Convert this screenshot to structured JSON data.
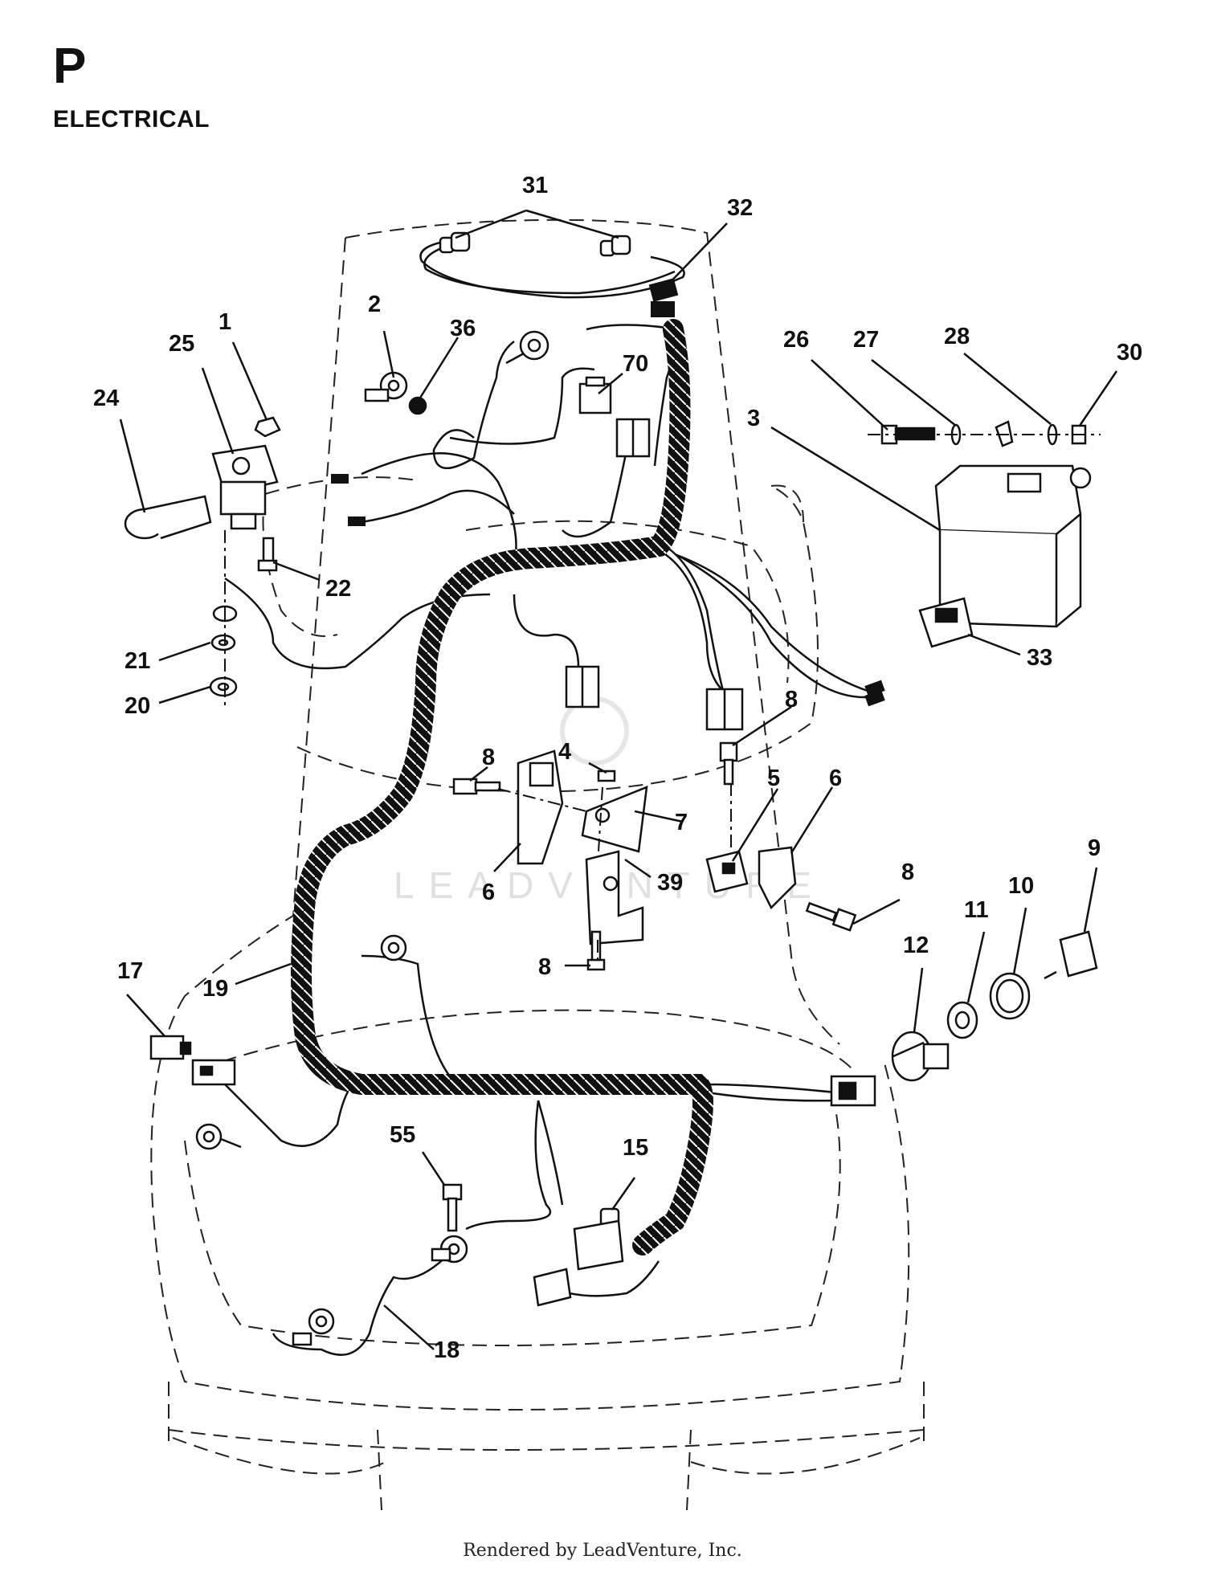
{
  "header": {
    "section_letter": "P",
    "section_title": "ELECTRICAL"
  },
  "watermark": "LEADVENTURE",
  "footer": "Rendered by LeadVenture, Inc.",
  "callouts": [
    {
      "id": "c31",
      "label": "31"
    },
    {
      "id": "c32",
      "label": "32"
    },
    {
      "id": "c2",
      "label": "2"
    },
    {
      "id": "c36",
      "label": "36"
    },
    {
      "id": "c1",
      "label": "1"
    },
    {
      "id": "c25",
      "label": "25"
    },
    {
      "id": "c24",
      "label": "24"
    },
    {
      "id": "c70",
      "label": "70"
    },
    {
      "id": "c26",
      "label": "26"
    },
    {
      "id": "c27",
      "label": "27"
    },
    {
      "id": "c28",
      "label": "28"
    },
    {
      "id": "c30",
      "label": "30"
    },
    {
      "id": "c3",
      "label": "3"
    },
    {
      "id": "c22",
      "label": "22"
    },
    {
      "id": "c21",
      "label": "21"
    },
    {
      "id": "c20",
      "label": "20"
    },
    {
      "id": "c33",
      "label": "33"
    },
    {
      "id": "c8a",
      "label": "8"
    },
    {
      "id": "c8b",
      "label": "8"
    },
    {
      "id": "c4",
      "label": "4"
    },
    {
      "id": "c7",
      "label": "7"
    },
    {
      "id": "c5",
      "label": "5"
    },
    {
      "id": "c6a",
      "label": "6"
    },
    {
      "id": "c6b",
      "label": "6"
    },
    {
      "id": "c39",
      "label": "39"
    },
    {
      "id": "c8c",
      "label": "8"
    },
    {
      "id": "c9",
      "label": "9"
    },
    {
      "id": "c10",
      "label": "10"
    },
    {
      "id": "c11",
      "label": "11"
    },
    {
      "id": "c12",
      "label": "12"
    },
    {
      "id": "c8d",
      "label": "8"
    },
    {
      "id": "c17",
      "label": "17"
    },
    {
      "id": "c19",
      "label": "19"
    },
    {
      "id": "c55",
      "label": "55"
    },
    {
      "id": "c15",
      "label": "15"
    },
    {
      "id": "c18",
      "label": "18"
    }
  ]
}
